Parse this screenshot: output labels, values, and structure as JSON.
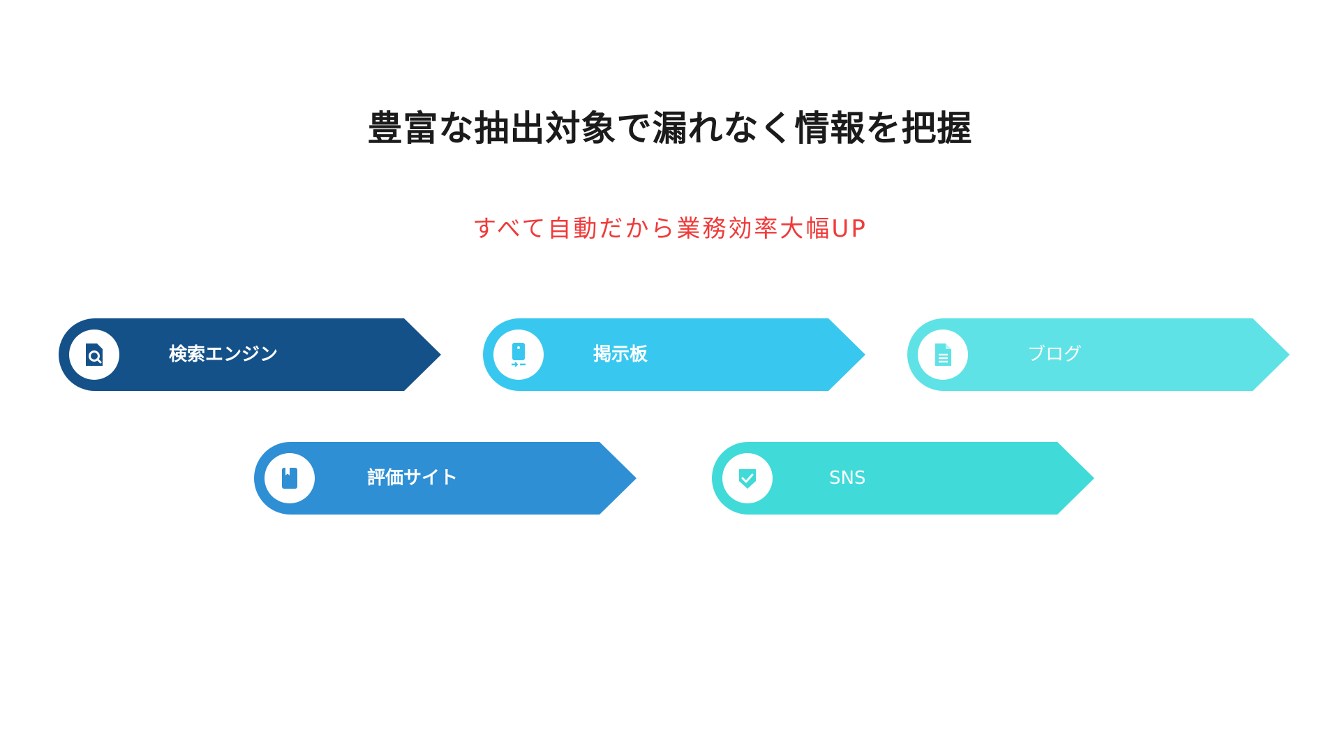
{
  "heading": {
    "title": "豊富な抽出対象で漏れなく情報を把握",
    "subtitle": "すべて自動だから業務効率大幅UP"
  },
  "targets": [
    {
      "label": "検索エンジン",
      "icon": "search-document-icon",
      "color": "#155189"
    },
    {
      "label": "掲示板",
      "icon": "tablet-icon",
      "color": "#38c8ef"
    },
    {
      "label": "ブログ",
      "icon": "document-icon",
      "color": "#5ee2e6"
    },
    {
      "label": "評価サイト",
      "icon": "bookmark-icon",
      "color": "#2e8fd5"
    },
    {
      "label": "SNS",
      "icon": "shield-check-icon",
      "color": "#40dad9"
    }
  ]
}
